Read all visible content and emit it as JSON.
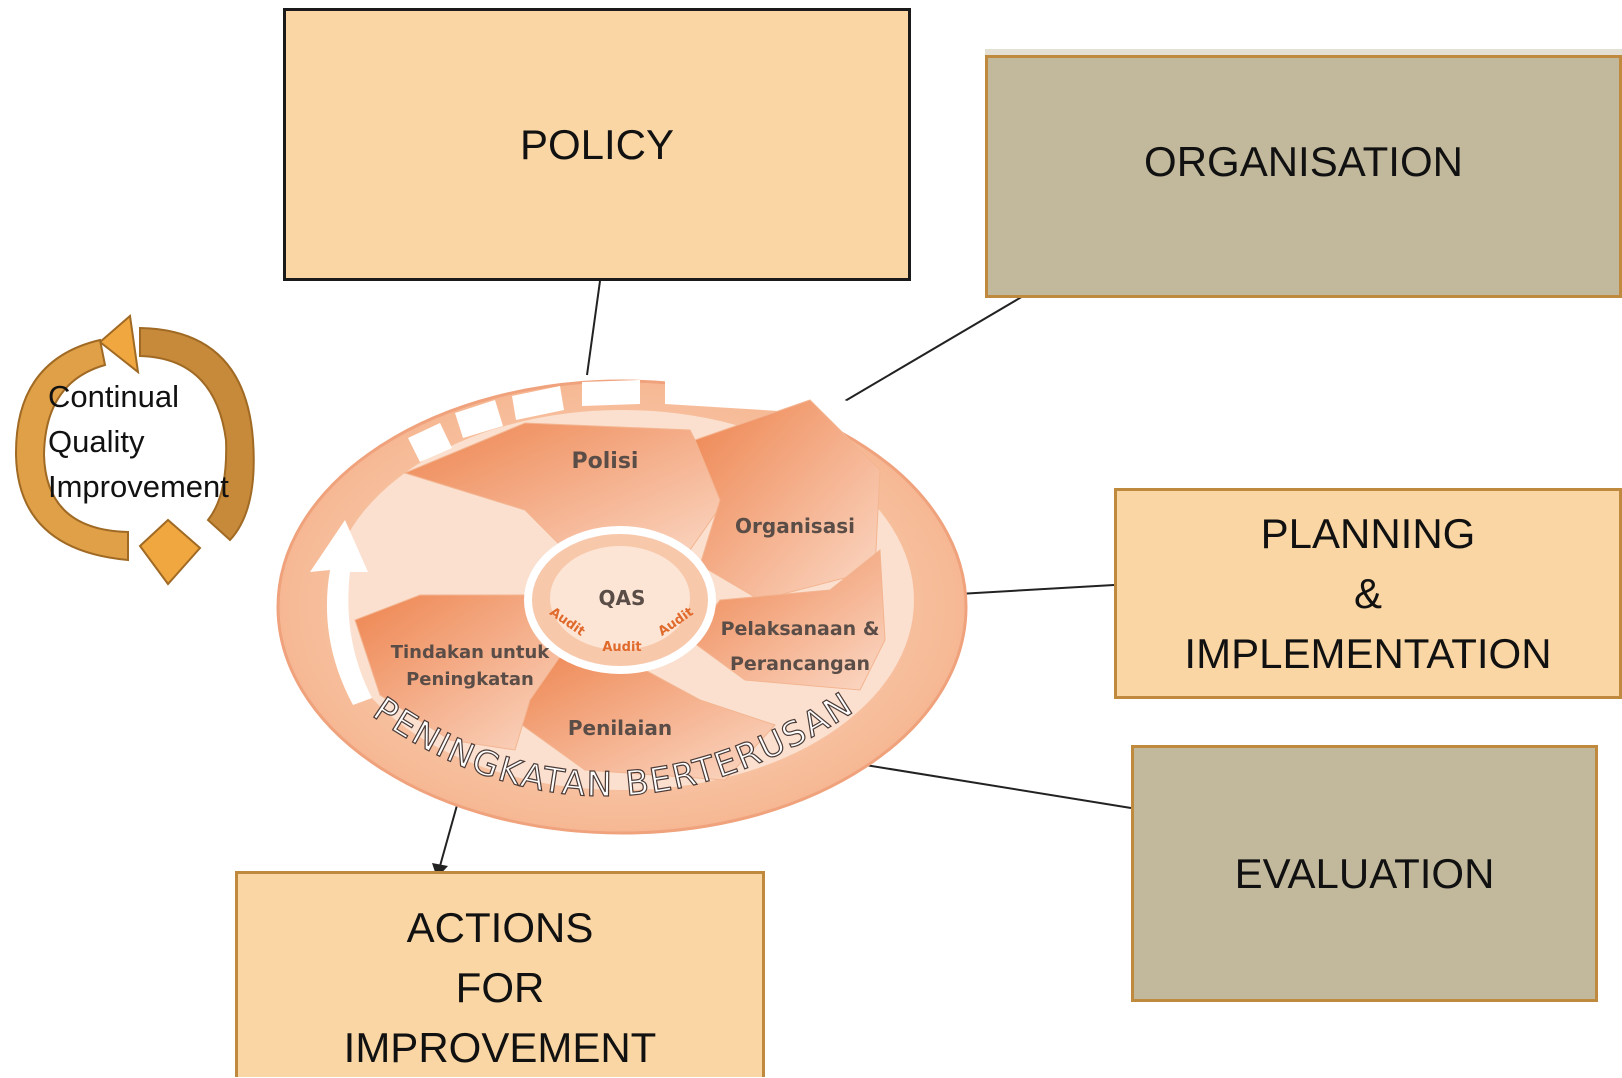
{
  "boxes": {
    "policy": "POLICY",
    "organisation": "ORGANISATION",
    "planning": "PLANNING\n&\nIMPLEMENTATION",
    "evaluation": "EVALUATION",
    "actions": "ACTIONS\nFOR\nIMPROVEMENT"
  },
  "cycle_label": "Continual\nQuality\nImprovement",
  "wheel": {
    "segments": {
      "polisi": "Polisi",
      "organisasi": "Organisasi",
      "pelaksanaan_1": "Pelaksanaan &",
      "pelaksanaan_2": "Perancangan",
      "penilaian": "Penilaian",
      "tindakan_1": "Tindakan untuk",
      "tindakan_2": "Peningkatan"
    },
    "center": "QAS",
    "audit": "Audit",
    "ring_text": "PENINGKATAN BERTERUSAN"
  },
  "colors": {
    "light_box": "#f9d6a4",
    "dark_box": "#c2b99c",
    "wheel_orange": "#f19a68",
    "cycle_arrow": "#e0a048"
  }
}
